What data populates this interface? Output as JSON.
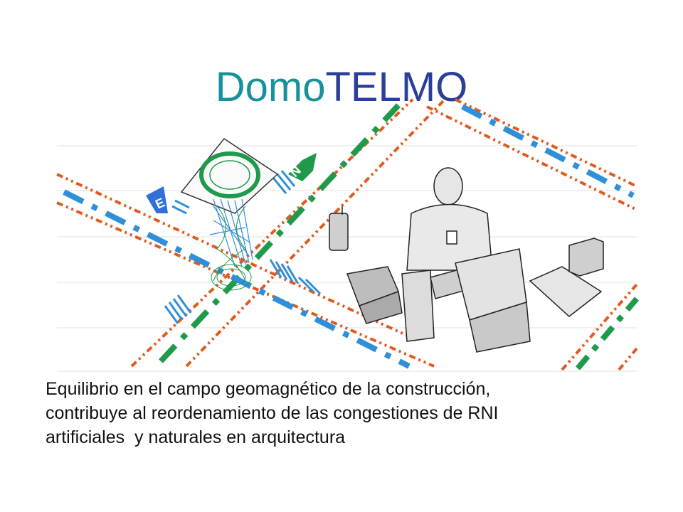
{
  "title": {
    "part1": "Domo",
    "part2": "TELMO"
  },
  "caption": {
    "line1": "Equilibrio en el campo geomagnético de la construcción,",
    "line2": "contribuye al reordenamiento de las congestiones de RNI",
    "line3": "artificiales  y naturales en arquitectura"
  },
  "compass": {
    "north_label": "N",
    "east_label": "E"
  },
  "colors": {
    "title_teal": "#17919b",
    "title_navy": "#2a3f9a",
    "line_orange": "#e05a1e",
    "line_blue": "#2f8fd8",
    "line_green": "#1f9a4a"
  }
}
